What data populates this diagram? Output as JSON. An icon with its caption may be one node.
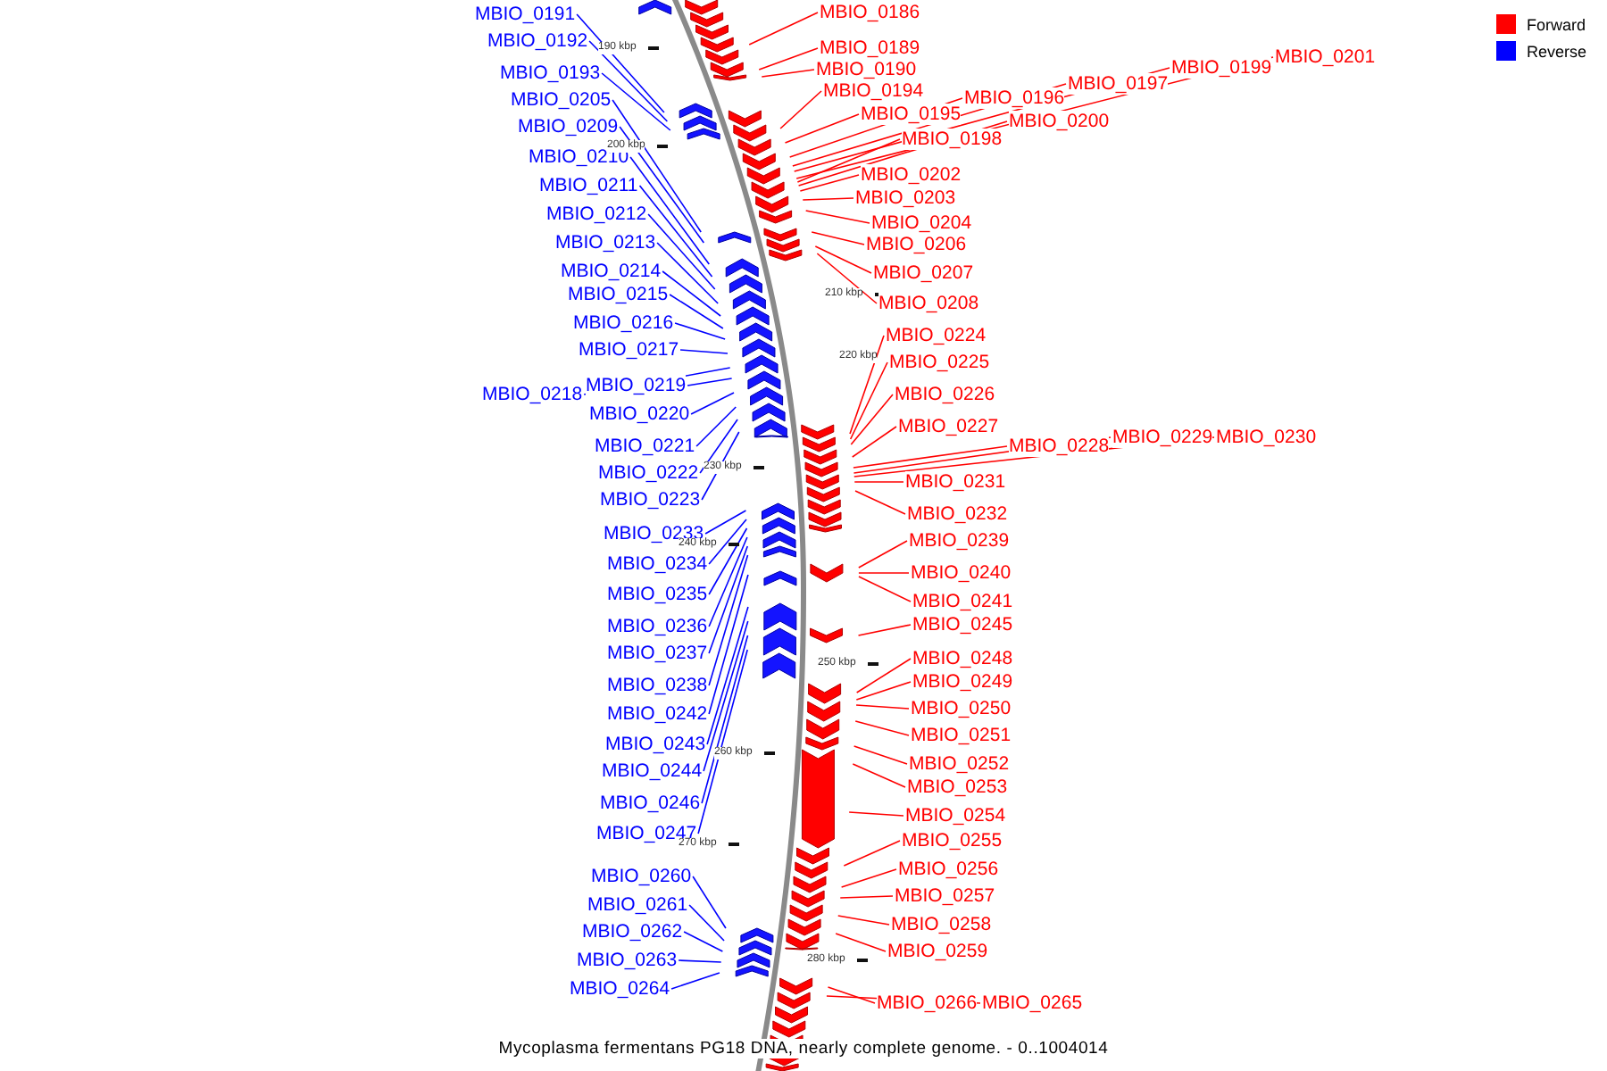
{
  "diagram": {
    "caption": "Mycoplasma fermentans PG18 DNA, nearly complete genome. - 0..1004014",
    "nodes": [
      {
        "text": [
          "MBIO_0191"
        ]
      },
      {
        "text": [
          "MBIO_0192"
        ]
      },
      {
        "text": [
          "MBIO_0193"
        ]
      },
      {
        "text": [
          "MBIO_0205"
        ]
      },
      {
        "text": [
          "MBIO_0209"
        ]
      },
      {
        "text": [
          "MBIO_0210"
        ]
      },
      {
        "text": [
          "MBIO_0211"
        ]
      },
      {
        "text": [
          "MBIO_0212"
        ]
      },
      {
        "text": [
          "MBIO_0213"
        ]
      },
      {
        "text": [
          "MBIO_0214"
        ]
      },
      {
        "text": [
          "MBIO_0215"
        ]
      },
      {
        "text": [
          "MBIO_0216"
        ]
      },
      {
        "text": [
          "MBIO_0217"
        ]
      },
      {
        "text": [
          "MBIO_0218"
        ]
      },
      {
        "text": [
          "MBIO_0219"
        ]
      },
      {
        "text": [
          "MBIO_0220"
        ]
      },
      {
        "text": [
          "MBIO_0221"
        ]
      },
      {
        "text": [
          "MBIO_0222"
        ]
      },
      {
        "text": [
          "MBIO_0223"
        ]
      },
      {
        "text": [
          "MBIO_0233"
        ]
      },
      {
        "text": [
          "MBIO_0234"
        ]
      },
      {
        "text": [
          "MBIO_0235"
        ]
      },
      {
        "text": [
          "MBIO_0236"
        ]
      },
      {
        "text": [
          "MBIO_0237"
        ]
      },
      {
        "text": [
          "MBIO_0238"
        ]
      },
      {
        "text": [
          "MBIO_0242"
        ]
      },
      {
        "text": [
          "MBIO_0243"
        ]
      },
      {
        "text": [
          "MBIO_0244"
        ]
      },
      {
        "text": [
          "MBIO_0246"
        ]
      },
      {
        "text": [
          "MBIO_0247"
        ]
      },
      {
        "text": [
          "MBIO_0260"
        ]
      },
      {
        "text": [
          "MBIO_0261"
        ]
      },
      {
        "text": [
          "MBIO_0262"
        ]
      },
      {
        "text": [
          "MBIO_0263"
        ]
      },
      {
        "text": [
          "MBIO_0264"
        ]
      },
      {
        "text": [
          "MBIO_0186"
        ]
      },
      {
        "text": [
          "MBIO_0189"
        ]
      },
      {
        "text": [
          "MBIO_0190"
        ]
      },
      {
        "text": [
          "MBIO_0194"
        ]
      },
      {
        "text": [
          "MBIO_0195"
        ]
      },
      {
        "text": [
          "MBIO_0196"
        ]
      },
      {
        "text": [
          "MBIO_0197"
        ]
      },
      {
        "text": [
          "MBIO_0199"
        ]
      },
      {
        "text": [
          "MBIO_0201"
        ]
      },
      {
        "text": [
          "MBIO_0200"
        ]
      },
      {
        "text": [
          "MBIO_0198"
        ]
      },
      {
        "text": [
          "MBIO_0202"
        ]
      },
      {
        "text": [
          "MBIO_0203"
        ]
      },
      {
        "text": [
          "MBIO_0204"
        ]
      },
      {
        "text": [
          "MBIO_0206"
        ]
      },
      {
        "text": [
          "MBIO_0207"
        ]
      },
      {
        "text": [
          "MBIO_0208"
        ]
      },
      {
        "text": [
          "MBIO_0224"
        ]
      },
      {
        "text": [
          "MBIO_0225"
        ]
      },
      {
        "text": [
          "MBIO_0226"
        ]
      },
      {
        "text": [
          "MBIO_0227"
        ]
      },
      {
        "text": [
          "MBIO_0228"
        ]
      },
      {
        "text": [
          "MBIO_0229"
        ]
      },
      {
        "text": [
          "MBIO_0230"
        ]
      },
      {
        "text": [
          "MBIO_0231"
        ]
      },
      {
        "text": [
          "MBIO_0232"
        ]
      },
      {
        "text": [
          "MBIO_0239"
        ]
      },
      {
        "text": [
          "MBIO_0240"
        ]
      },
      {
        "text": [
          "MBIO_0241"
        ]
      },
      {
        "text": [
          "MBIO_0245"
        ]
      },
      {
        "text": [
          "MBIO_0248"
        ]
      },
      {
        "text": [
          "MBIO_0249"
        ]
      },
      {
        "text": [
          "MBIO_0250"
        ]
      },
      {
        "text": [
          "MBIO_0251"
        ]
      },
      {
        "text": [
          "MBIO_0252"
        ]
      },
      {
        "text": [
          "MBIO_0253"
        ]
      },
      {
        "text": [
          "MBIO_0254"
        ]
      },
      {
        "text": [
          "MBIO_0255"
        ]
      },
      {
        "text": [
          "MBIO_0256"
        ]
      },
      {
        "text": [
          "MBIO_0257"
        ]
      },
      {
        "text": [
          "MBIO_0258"
        ]
      },
      {
        "text": [
          "MBIO_0259"
        ]
      },
      {
        "text": [
          "MBIO_0266"
        ]
      },
      {
        "text": [
          "MBIO_0265"
        ]
      }
    ],
    "edges": [
      {
        "from": 0,
        "to": null,
        "arrow": "none",
        "color": "#0000ff"
      },
      {
        "from": 1,
        "to": null,
        "arrow": "none",
        "color": "#0000ff"
      },
      {
        "from": 2,
        "to": null,
        "arrow": "none",
        "color": "#0000ff"
      },
      {
        "from": 3,
        "to": null,
        "arrow": "none",
        "color": "#0000ff"
      },
      {
        "from": 4,
        "to": null,
        "arrow": "none",
        "color": "#0000ff"
      },
      {
        "from": 5,
        "to": null,
        "arrow": "none",
        "color": "#0000ff"
      },
      {
        "from": 6,
        "to": null,
        "arrow": "none",
        "color": "#0000ff"
      },
      {
        "from": 7,
        "to": null,
        "arrow": "none",
        "color": "#0000ff"
      },
      {
        "from": 8,
        "to": null,
        "arrow": "none",
        "color": "#0000ff"
      },
      {
        "from": 9,
        "to": null,
        "arrow": "none",
        "color": "#0000ff"
      },
      {
        "from": 10,
        "to": null,
        "arrow": "none",
        "color": "#0000ff"
      },
      {
        "from": 11,
        "to": null,
        "arrow": "none",
        "color": "#0000ff"
      },
      {
        "from": 12,
        "to": null,
        "arrow": "none",
        "color": "#0000ff"
      },
      {
        "from": 13,
        "to": null,
        "arrow": "none",
        "color": "#0000ff"
      },
      {
        "from": 14,
        "to": null,
        "arrow": "none",
        "color": "#0000ff"
      },
      {
        "from": 15,
        "to": null,
        "arrow": "none",
        "color": "#0000ff"
      },
      {
        "from": 16,
        "to": null,
        "arrow": "none",
        "color": "#0000ff"
      },
      {
        "from": 17,
        "to": null,
        "arrow": "none",
        "color": "#0000ff"
      },
      {
        "from": 18,
        "to": null,
        "arrow": "none",
        "color": "#0000ff"
      },
      {
        "from": 19,
        "to": null,
        "arrow": "none",
        "color": "#0000ff"
      },
      {
        "from": 20,
        "to": null,
        "arrow": "none",
        "color": "#0000ff"
      },
      {
        "from": 21,
        "to": null,
        "arrow": "none",
        "color": "#0000ff"
      },
      {
        "from": 22,
        "to": null,
        "arrow": "none",
        "color": "#0000ff"
      },
      {
        "from": 23,
        "to": null,
        "arrow": "none",
        "color": "#0000ff"
      },
      {
        "from": 24,
        "to": null,
        "arrow": "none",
        "color": "#0000ff"
      },
      {
        "from": 25,
        "to": null,
        "arrow": "none",
        "color": "#0000ff"
      },
      {
        "from": 26,
        "to": null,
        "arrow": "none",
        "color": "#0000ff"
      },
      {
        "from": 27,
        "to": null,
        "arrow": "none",
        "color": "#0000ff"
      },
      {
        "from": 28,
        "to": null,
        "arrow": "none",
        "color": "#0000ff"
      },
      {
        "from": 29,
        "to": null,
        "arrow": "none",
        "color": "#0000ff"
      },
      {
        "from": 30,
        "to": null,
        "arrow": "none",
        "color": "#0000ff"
      },
      {
        "from": 31,
        "to": null,
        "arrow": "none",
        "color": "#0000ff"
      },
      {
        "from": 32,
        "to": null,
        "arrow": "none",
        "color": "#0000ff"
      },
      {
        "from": 33,
        "to": null,
        "arrow": "none",
        "color": "#0000ff"
      },
      {
        "from": 34,
        "to": null,
        "arrow": "none",
        "color": "#0000ff"
      },
      {
        "from": 35,
        "to": null,
        "arrow": "none"
      },
      {
        "from": 36,
        "to": null,
        "arrow": "none"
      },
      {
        "from": 37,
        "to": null,
        "arrow": "none"
      },
      {
        "from": 38,
        "to": null,
        "arrow": "none"
      },
      {
        "from": 39,
        "to": null,
        "arrow": "none"
      },
      {
        "from": 40,
        "to": null,
        "arrow": "none"
      },
      {
        "from": 41,
        "to": null,
        "arrow": "none"
      },
      {
        "from": 42,
        "to": null,
        "arrow": "none"
      },
      {
        "from": 43,
        "to": null,
        "arrow": "none"
      },
      {
        "from": 44,
        "to": null,
        "arrow": "none"
      },
      {
        "from": 45,
        "to": null,
        "arrow": "none"
      },
      {
        "from": 46,
        "to": null,
        "arrow": "none"
      },
      {
        "from": 47,
        "to": null,
        "arrow": "none"
      },
      {
        "from": 48,
        "to": null,
        "arrow": "none"
      },
      {
        "from": 49,
        "to": null,
        "arrow": "none"
      },
      {
        "from": 50,
        "to": null,
        "arrow": "none"
      },
      {
        "from": 51,
        "to": null,
        "arrow": "none"
      },
      {
        "from": 52,
        "to": null,
        "arrow": "none"
      },
      {
        "from": 53,
        "to": null,
        "arrow": "none"
      },
      {
        "from": 54,
        "to": null,
        "arrow": "none"
      },
      {
        "from": 55,
        "to": null,
        "arrow": "none"
      },
      {
        "from": 56,
        "to": null,
        "arrow": "none"
      },
      {
        "from": 57,
        "to": null,
        "arrow": "none"
      },
      {
        "from": 58,
        "to": null,
        "arrow": "none"
      },
      {
        "from": 59,
        "to": null,
        "arrow": "none"
      },
      {
        "from": 60,
        "to": null,
        "arrow": "none"
      },
      {
        "from": 61,
        "to": null,
        "arrow": "none"
      },
      {
        "from": 62,
        "to": null,
        "arrow": "none"
      },
      {
        "from": 63,
        "to": null,
        "arrow": "none"
      },
      {
        "from": 64,
        "to": null,
        "arrow": "none"
      },
      {
        "from": 65,
        "to": null,
        "arrow": "none"
      },
      {
        "from": 66,
        "to": null,
        "arrow": "none"
      },
      {
        "from": 67,
        "to": null,
        "arrow": "none"
      },
      {
        "from": 68,
        "to": null,
        "arrow": "none"
      },
      {
        "from": 69,
        "to": null,
        "arrow": "none"
      },
      {
        "from": 70,
        "to": null,
        "arrow": "none"
      },
      {
        "from": 71,
        "to": null,
        "arrow": "none"
      },
      {
        "from": 72,
        "to": null,
        "arrow": "none"
      },
      {
        "from": 73,
        "to": null,
        "arrow": "none"
      },
      {
        "from": 74,
        "to": null,
        "arrow": "none"
      },
      {
        "from": 75,
        "to": null,
        "arrow": "none"
      },
      {
        "from": 76,
        "to": null,
        "arrow": "none"
      },
      {
        "from": 77,
        "to": null,
        "arrow": "none"
      },
      {
        "from": 78,
        "to": null,
        "arrow": "none"
      }
    ],
    "labels": [
      "190 kbp",
      "200 kbp",
      "210 kbp",
      "220 kbp",
      "230 kbp",
      "240 kbp",
      "250 kbp",
      "260 kbp",
      "270 kbp",
      "280 kbp"
    ],
    "legend": [
      {
        "text": "Forward",
        "color": "#ff0000"
      },
      {
        "text": "Reverse",
        "color": "#0000ff"
      }
    ]
  }
}
